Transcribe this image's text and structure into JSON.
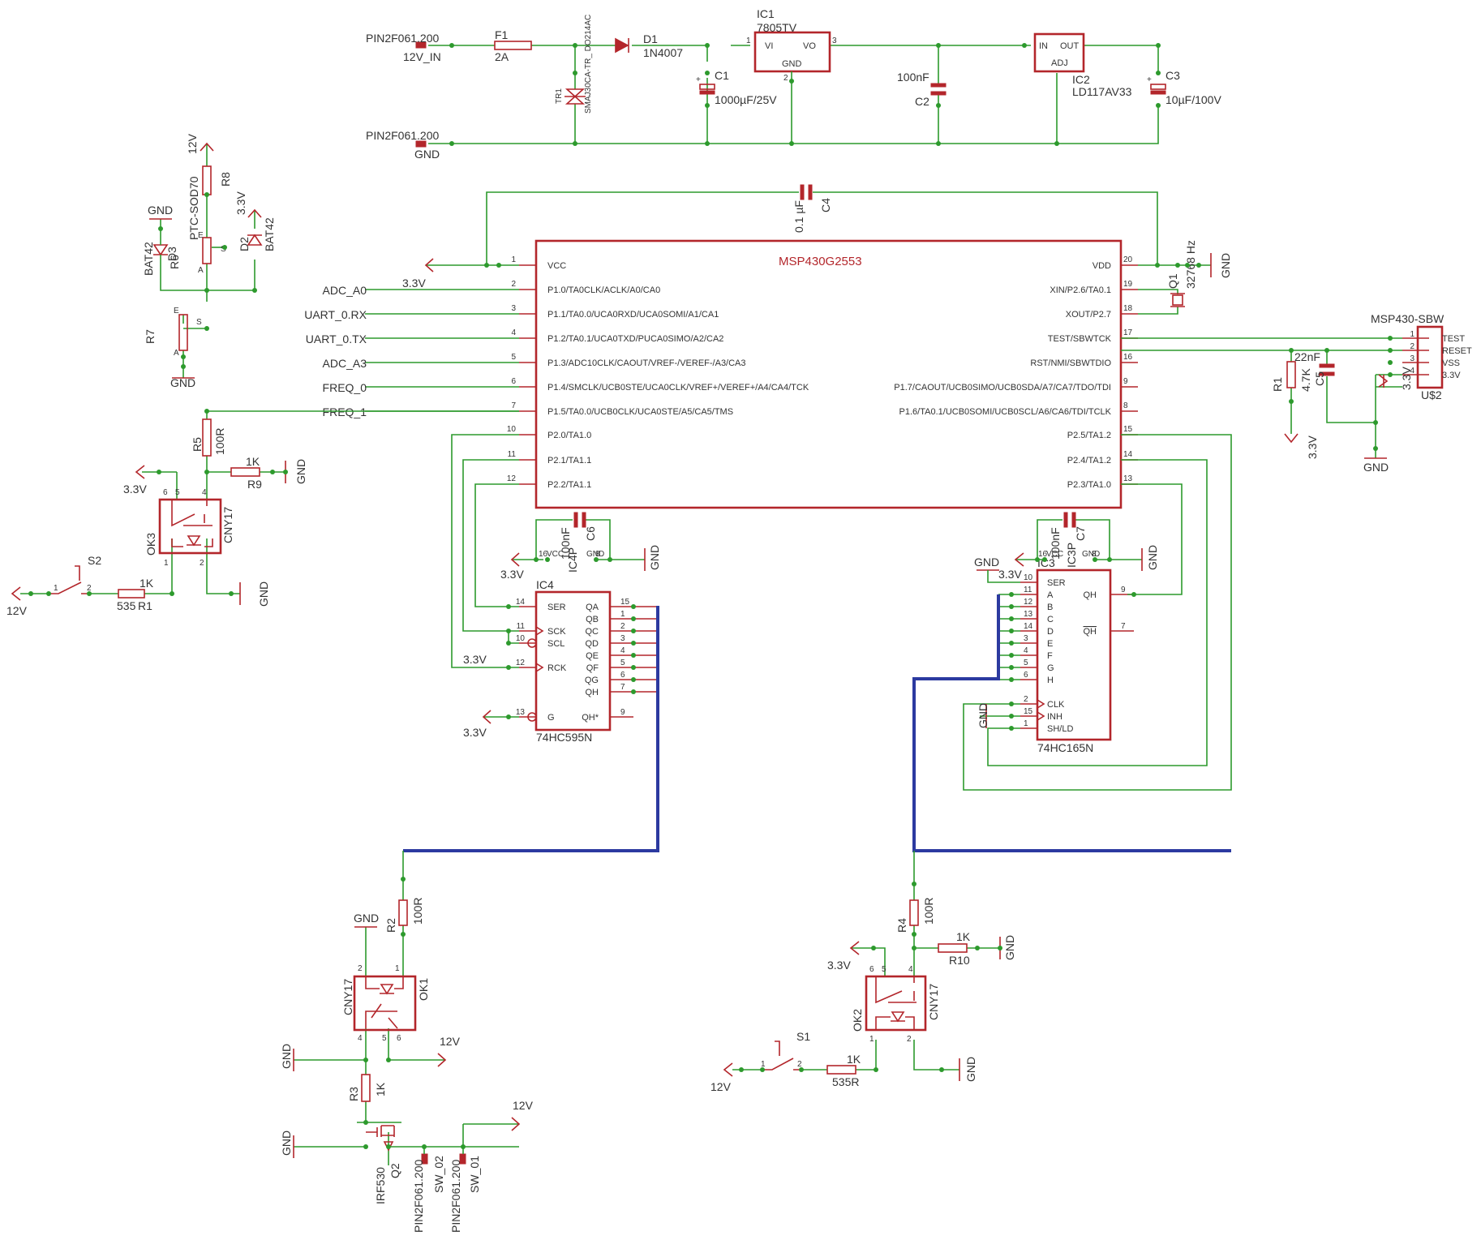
{
  "supply": {
    "j1_part": "PIN2F061.200",
    "j1_net": "12V_IN",
    "j2_part": "PIN2F061.200",
    "j2_net": "GND",
    "f1_name": "F1",
    "f1_value": "2A",
    "tr1_name": "TR1",
    "tr1_value": "SMAJ30CA-TR_ DO214AC",
    "d1_name": "D1",
    "d1_value": "1N4007",
    "c1_name": "C1",
    "c1_value": "1000µF/25V",
    "ic1_name": "IC1",
    "ic1_value": "7805TV",
    "ic1_vi": "VI",
    "ic1_vo": "VO",
    "ic1_gnd": "GND",
    "ic1_p1": "1",
    "ic1_p2": "2",
    "ic1_p3": "3",
    "c2_name": "C2",
    "c2_value": "100nF",
    "ic2_name": "IC2",
    "ic2_value": "LD117AV33",
    "ic2_in": "IN",
    "ic2_out": "OUT",
    "ic2_adj": "ADJ",
    "c3_name": "C3",
    "c3_value": "10µF/100V"
  },
  "sensor": {
    "net_12v": "12V",
    "r8_name": "R8",
    "r8_value": "PTC-SOD70",
    "net_33v": "3.3V",
    "d2_name": "D2",
    "d2_value": "BAT42",
    "gnd": "GND",
    "d3_name": "D3",
    "d3_value": "BAT42",
    "r6_name": "R6",
    "r7_name": "R7",
    "gnd2": "GND",
    "pin_e": "E",
    "pin_a": "A",
    "pin_s": "S"
  },
  "mcu": {
    "name": "MSP430G2553",
    "c4_name": "C4",
    "c4_value": "0.1 µF",
    "vcc_net": "3.3V",
    "left_pins": [
      {
        "num": "1",
        "label": "VCC",
        "net": ""
      },
      {
        "num": "2",
        "label": "P1.0/TA0CLK/ACLK/A0/CA0",
        "net": "ADC_A0"
      },
      {
        "num": "3",
        "label": "P1.1/TA0.0/UCA0RXD/UCA0SOMI/A1/CA1",
        "net": "UART_0.RX"
      },
      {
        "num": "4",
        "label": "P1.2/TA0.1/UCA0TXD/PUCA0SIMO/A2/CA2",
        "net": "UART_0.TX"
      },
      {
        "num": "5",
        "label": "P1.3/ADC10CLK/CAOUT/VREF-/VEREF-/A3/CA3",
        "net": "ADC_A3"
      },
      {
        "num": "6",
        "label": "P1.4/SMCLK/UCB0STE/UCA0CLK/VREF+/VEREF+/A4/CA4/TCK",
        "net": "FREQ_0"
      },
      {
        "num": "7",
        "label": "P1.5/TA0.0/UCB0CLK/UCA0STE/A5/CA5/TMS",
        "net": "FREQ_1"
      },
      {
        "num": "10",
        "label": "P2.0/TA1.0",
        "net": ""
      },
      {
        "num": "11",
        "label": "P2.1/TA1.1",
        "net": ""
      },
      {
        "num": "12",
        "label": "P2.2/TA1.1",
        "net": ""
      }
    ],
    "right_pins": [
      {
        "num": "20",
        "label": "VDD"
      },
      {
        "num": "19",
        "label": "XIN/P2.6/TA0.1"
      },
      {
        "num": "18",
        "label": "XOUT/P2.7"
      },
      {
        "num": "17",
        "label": "TEST/SBWTCK"
      },
      {
        "num": "16",
        "label": "RST/NMI/SBWTDIO"
      },
      {
        "num": "9",
        "label": "P1.7/CAOUT/UCB0SIMO/UCB0SDA/A7/CA7/TDO/TDI"
      },
      {
        "num": "8",
        "label": "P1.6/TA0.1/UCB0SOMI/UCB0SCL/A6/CA6/TDI/TCLK"
      },
      {
        "num": "15",
        "label": "P2.5/TA1.2"
      },
      {
        "num": "14",
        "label": "P2.4/TA1.2"
      },
      {
        "num": "13",
        "label": "P2.3/TA1.0"
      }
    ],
    "q1_name": "Q1",
    "q1_value": "32768 Hz",
    "q1_gnd": "GND"
  },
  "sbw": {
    "name": "MSP430-SBW",
    "ref": "U$2",
    "pins": [
      {
        "num": "1",
        "label": "TEST"
      },
      {
        "num": "2",
        "label": "RESET"
      },
      {
        "num": "3",
        "label": "VSS"
      },
      {
        "num": "4",
        "label": "3.3V"
      }
    ],
    "r1_name": "R1",
    "r1_value": "4.7K",
    "c5_name": "C5",
    "c5_value": "22nF",
    "net_33v_a": "3.3V",
    "net_33v_b": "3.3V",
    "gnd": "GND"
  },
  "input_fq1": {
    "r5_name": "R5",
    "r5_value": "100R",
    "r9_name": "R9",
    "r9_value": "1K",
    "gnd": "GND",
    "ok3_name": "OK3",
    "ok3_value": "CNY17",
    "net_33v": "3.3V",
    "s2_name": "S2",
    "r1_name": "R1",
    "r1_value": "1K",
    "r1_part": "535",
    "net_12v": "12V",
    "gnd2": "GND",
    "p6": "6",
    "p5": "5",
    "p4": "4",
    "p1": "1",
    "p2": "2",
    "sp1": "1",
    "sp2": "2"
  },
  "ic4": {
    "name": "IC4",
    "value": "74HC595N",
    "c_name": "C6",
    "c_value": "100nF",
    "c_ref": "IC4P",
    "vcc": "VCC",
    "gnd_pin": "GND",
    "vcc_pin": "16",
    "gnd_pnum": "8",
    "gnd": "GND",
    "net_33v": "3.3V",
    "net_33v_b": "3.3V",
    "net_33v_c": "3.3V",
    "left": [
      {
        "num": "14",
        "label": "SER"
      },
      {
        "num": "11",
        "label": "SCK"
      },
      {
        "num": "10",
        "label": "SCL"
      },
      {
        "num": "12",
        "label": "RCK"
      },
      {
        "num": "13",
        "label": "G"
      }
    ],
    "right": [
      {
        "num": "15",
        "label": "QA"
      },
      {
        "num": "1",
        "label": "QB"
      },
      {
        "num": "2",
        "label": "QC"
      },
      {
        "num": "3",
        "label": "QD"
      },
      {
        "num": "4",
        "label": "QE"
      },
      {
        "num": "5",
        "label": "QF"
      },
      {
        "num": "6",
        "label": "QG"
      },
      {
        "num": "7",
        "label": "QH"
      },
      {
        "num": "9",
        "label": "QH*"
      }
    ]
  },
  "ic3": {
    "name": "IC3",
    "value": "74HC165N",
    "c_name": "C7",
    "c_value": "100nF",
    "c_ref": "IC3P",
    "vcc": "VCC",
    "gnd_pin": "GND",
    "vcc_pin": "16",
    "gnd_pnum": "8",
    "gnd": "GND",
    "gnd_b": "GND",
    "gnd_c": "GND",
    "net_33v": "3.3V",
    "left": [
      {
        "num": "10",
        "label": "SER"
      },
      {
        "num": "11",
        "label": "A"
      },
      {
        "num": "12",
        "label": "B"
      },
      {
        "num": "13",
        "label": "C"
      },
      {
        "num": "14",
        "label": "D"
      },
      {
        "num": "3",
        "label": "E"
      },
      {
        "num": "4",
        "label": "F"
      },
      {
        "num": "5",
        "label": "G"
      },
      {
        "num": "6",
        "label": "H"
      },
      {
        "num": "2",
        "label": "CLK"
      },
      {
        "num": "15",
        "label": "INH"
      },
      {
        "num": "1",
        "label": "SH/LD"
      }
    ],
    "right": [
      {
        "num": "9",
        "label": "QH"
      },
      {
        "num": "7",
        "label": "QH"
      }
    ]
  },
  "output": {
    "r2_name": "R2",
    "r2_value": "100R",
    "gnd": "GND",
    "ok1_name": "OK1",
    "ok1_value": "CNY17",
    "net_12v": "12V",
    "gnd2": "GND",
    "r3_name": "R3",
    "r3_value": "1K",
    "gnd3": "GND",
    "q2_name": "Q2",
    "q2_value": "IRF530",
    "sw02_part": "PIN2F061.200",
    "sw02_net": "SW_02",
    "sw01_part": "PIN2F061.200",
    "sw01_net": "SW_01",
    "net_12v_b": "12V",
    "p1": "1",
    "p2": "2",
    "p4": "4",
    "p5": "5",
    "p6": "6"
  },
  "input_s1": {
    "r4_name": "R4",
    "r4_value": "100R",
    "r10_name": "R10",
    "r10_value": "1K",
    "gnd": "GND",
    "ok2_name": "OK2",
    "ok2_value": "CNY17",
    "net_33v": "3.3V",
    "s1_name": "S1",
    "r_value": "1K",
    "r_part": "535R",
    "net_12v": "12V",
    "gnd2": "GND",
    "p6": "6",
    "p5": "5",
    "p4": "4",
    "p1": "1",
    "p2": "2",
    "sp1": "1",
    "sp2": "2"
  }
}
